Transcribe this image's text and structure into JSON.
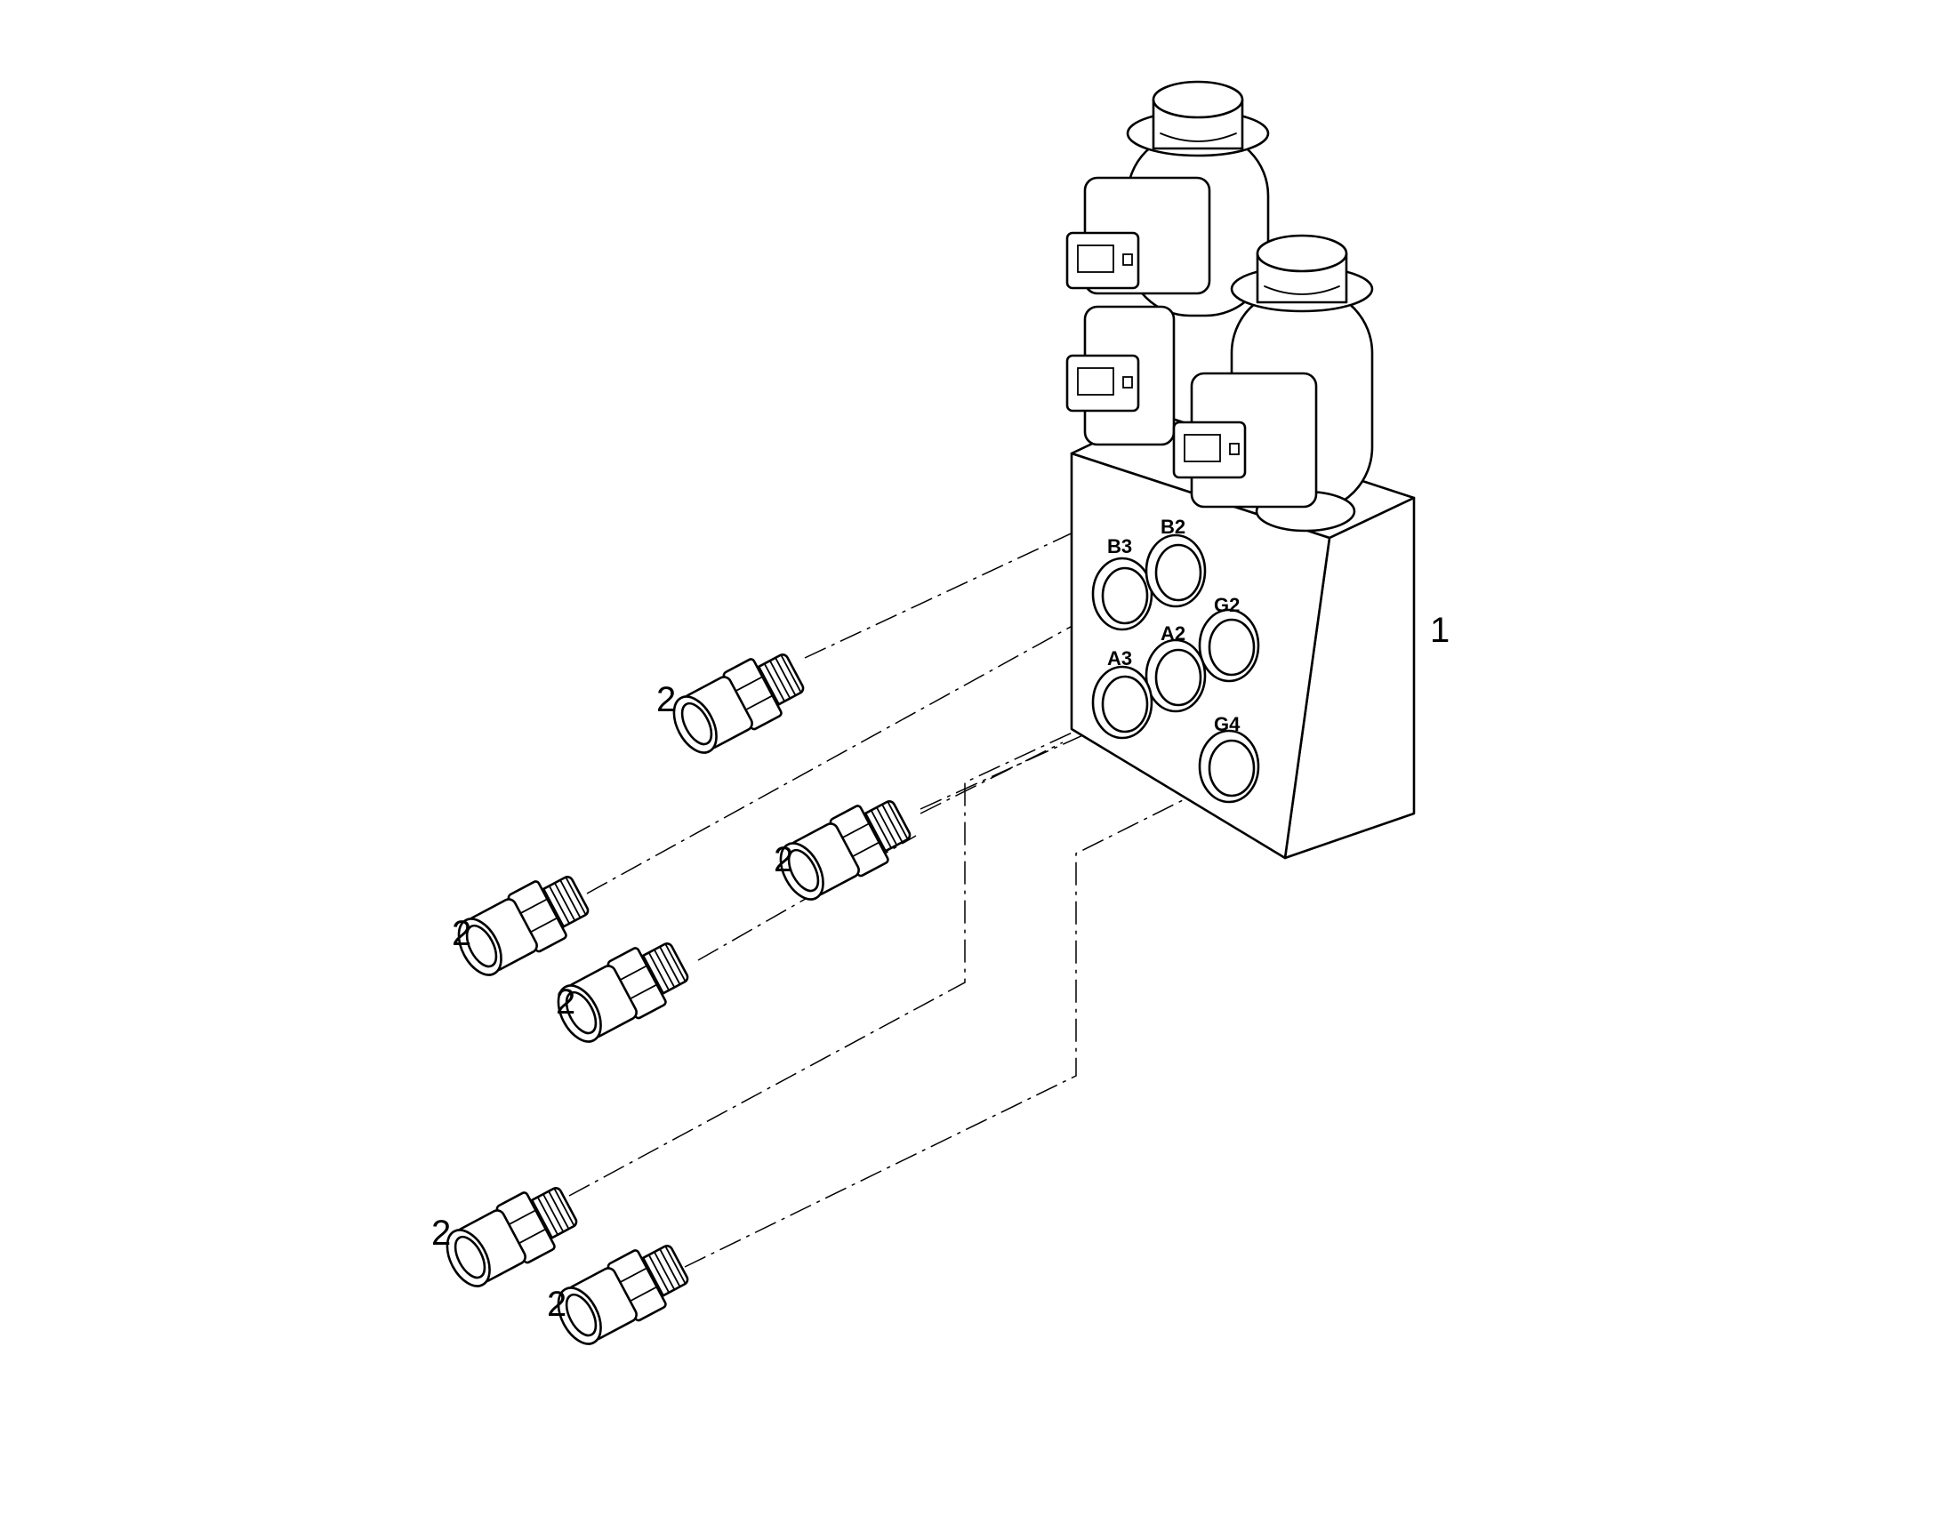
{
  "callouts": {
    "block": "1",
    "fitting": "2"
  },
  "ports": [
    {
      "id": "B3",
      "label": "B3"
    },
    {
      "id": "B2",
      "label": "B2"
    },
    {
      "id": "G2",
      "label": "G2"
    },
    {
      "id": "A2",
      "label": "A2"
    },
    {
      "id": "A3",
      "label": "A3"
    },
    {
      "id": "G4",
      "label": "G4"
    }
  ],
  "parts": [
    {
      "name": "valve-block",
      "callout": "1"
    },
    {
      "name": "solenoid-coil",
      "count": 2
    },
    {
      "name": "coil-connector",
      "count": 3
    },
    {
      "name": "fitting",
      "callout": "2",
      "count": 6
    }
  ]
}
